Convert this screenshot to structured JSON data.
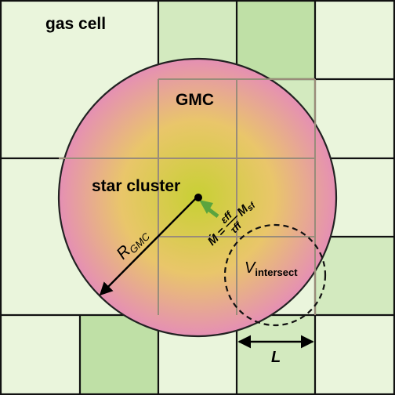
{
  "labels": {
    "gas_cell": "gas cell",
    "gmc": "GMC",
    "star_cluster": "star cluster",
    "r_main": "R",
    "r_sub": "GMC",
    "v_main": "V",
    "v_sub": "intersect",
    "L": "L",
    "mdot_lhs": "Ṁ =",
    "mdot_num": "εff",
    "mdot_den": "τff",
    "mdot_rhs_main": "M",
    "mdot_rhs_sub": "sf"
  },
  "colors": {
    "cell_light": "#eaf5dc",
    "cell_medium": "#d3eabf",
    "cell_dark": "#bfe0a6",
    "grid_line": "#111111",
    "subgrid_line": "#9a8c7a",
    "gmc_edge": "#e58fb4",
    "gmc_mid": "#e9c66a",
    "gmc_core": "#c8d034",
    "flow_arrow": "#5aa43e"
  },
  "icons": {
    "radius_arrow": "double-headed-arrow",
    "accretion_arrow": "green-arrow",
    "cluster_marker": "black-dot"
  }
}
